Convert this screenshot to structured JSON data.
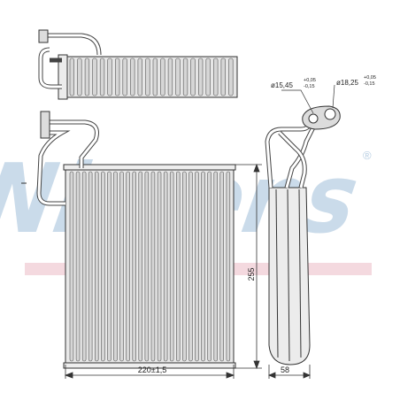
{
  "watermark": {
    "brand": "Nissens",
    "registered_mark": "®",
    "color": "#b9cfe3",
    "stripe_color": "#f0c9d1"
  },
  "drawing": {
    "line_color": "#333333",
    "fin_fill": "#d6d6d6",
    "fin_stroke": "#555555"
  },
  "dimensions": {
    "width": "220±1,5",
    "height": "255",
    "depth": "58",
    "port_small": "ø15,45",
    "port_small_tol_upper": "+0,05",
    "port_small_tol_lower": "-0,15",
    "port_large": "ø18,25",
    "port_large_tol_upper": "+0,05",
    "port_large_tol_lower": "-0,15"
  }
}
